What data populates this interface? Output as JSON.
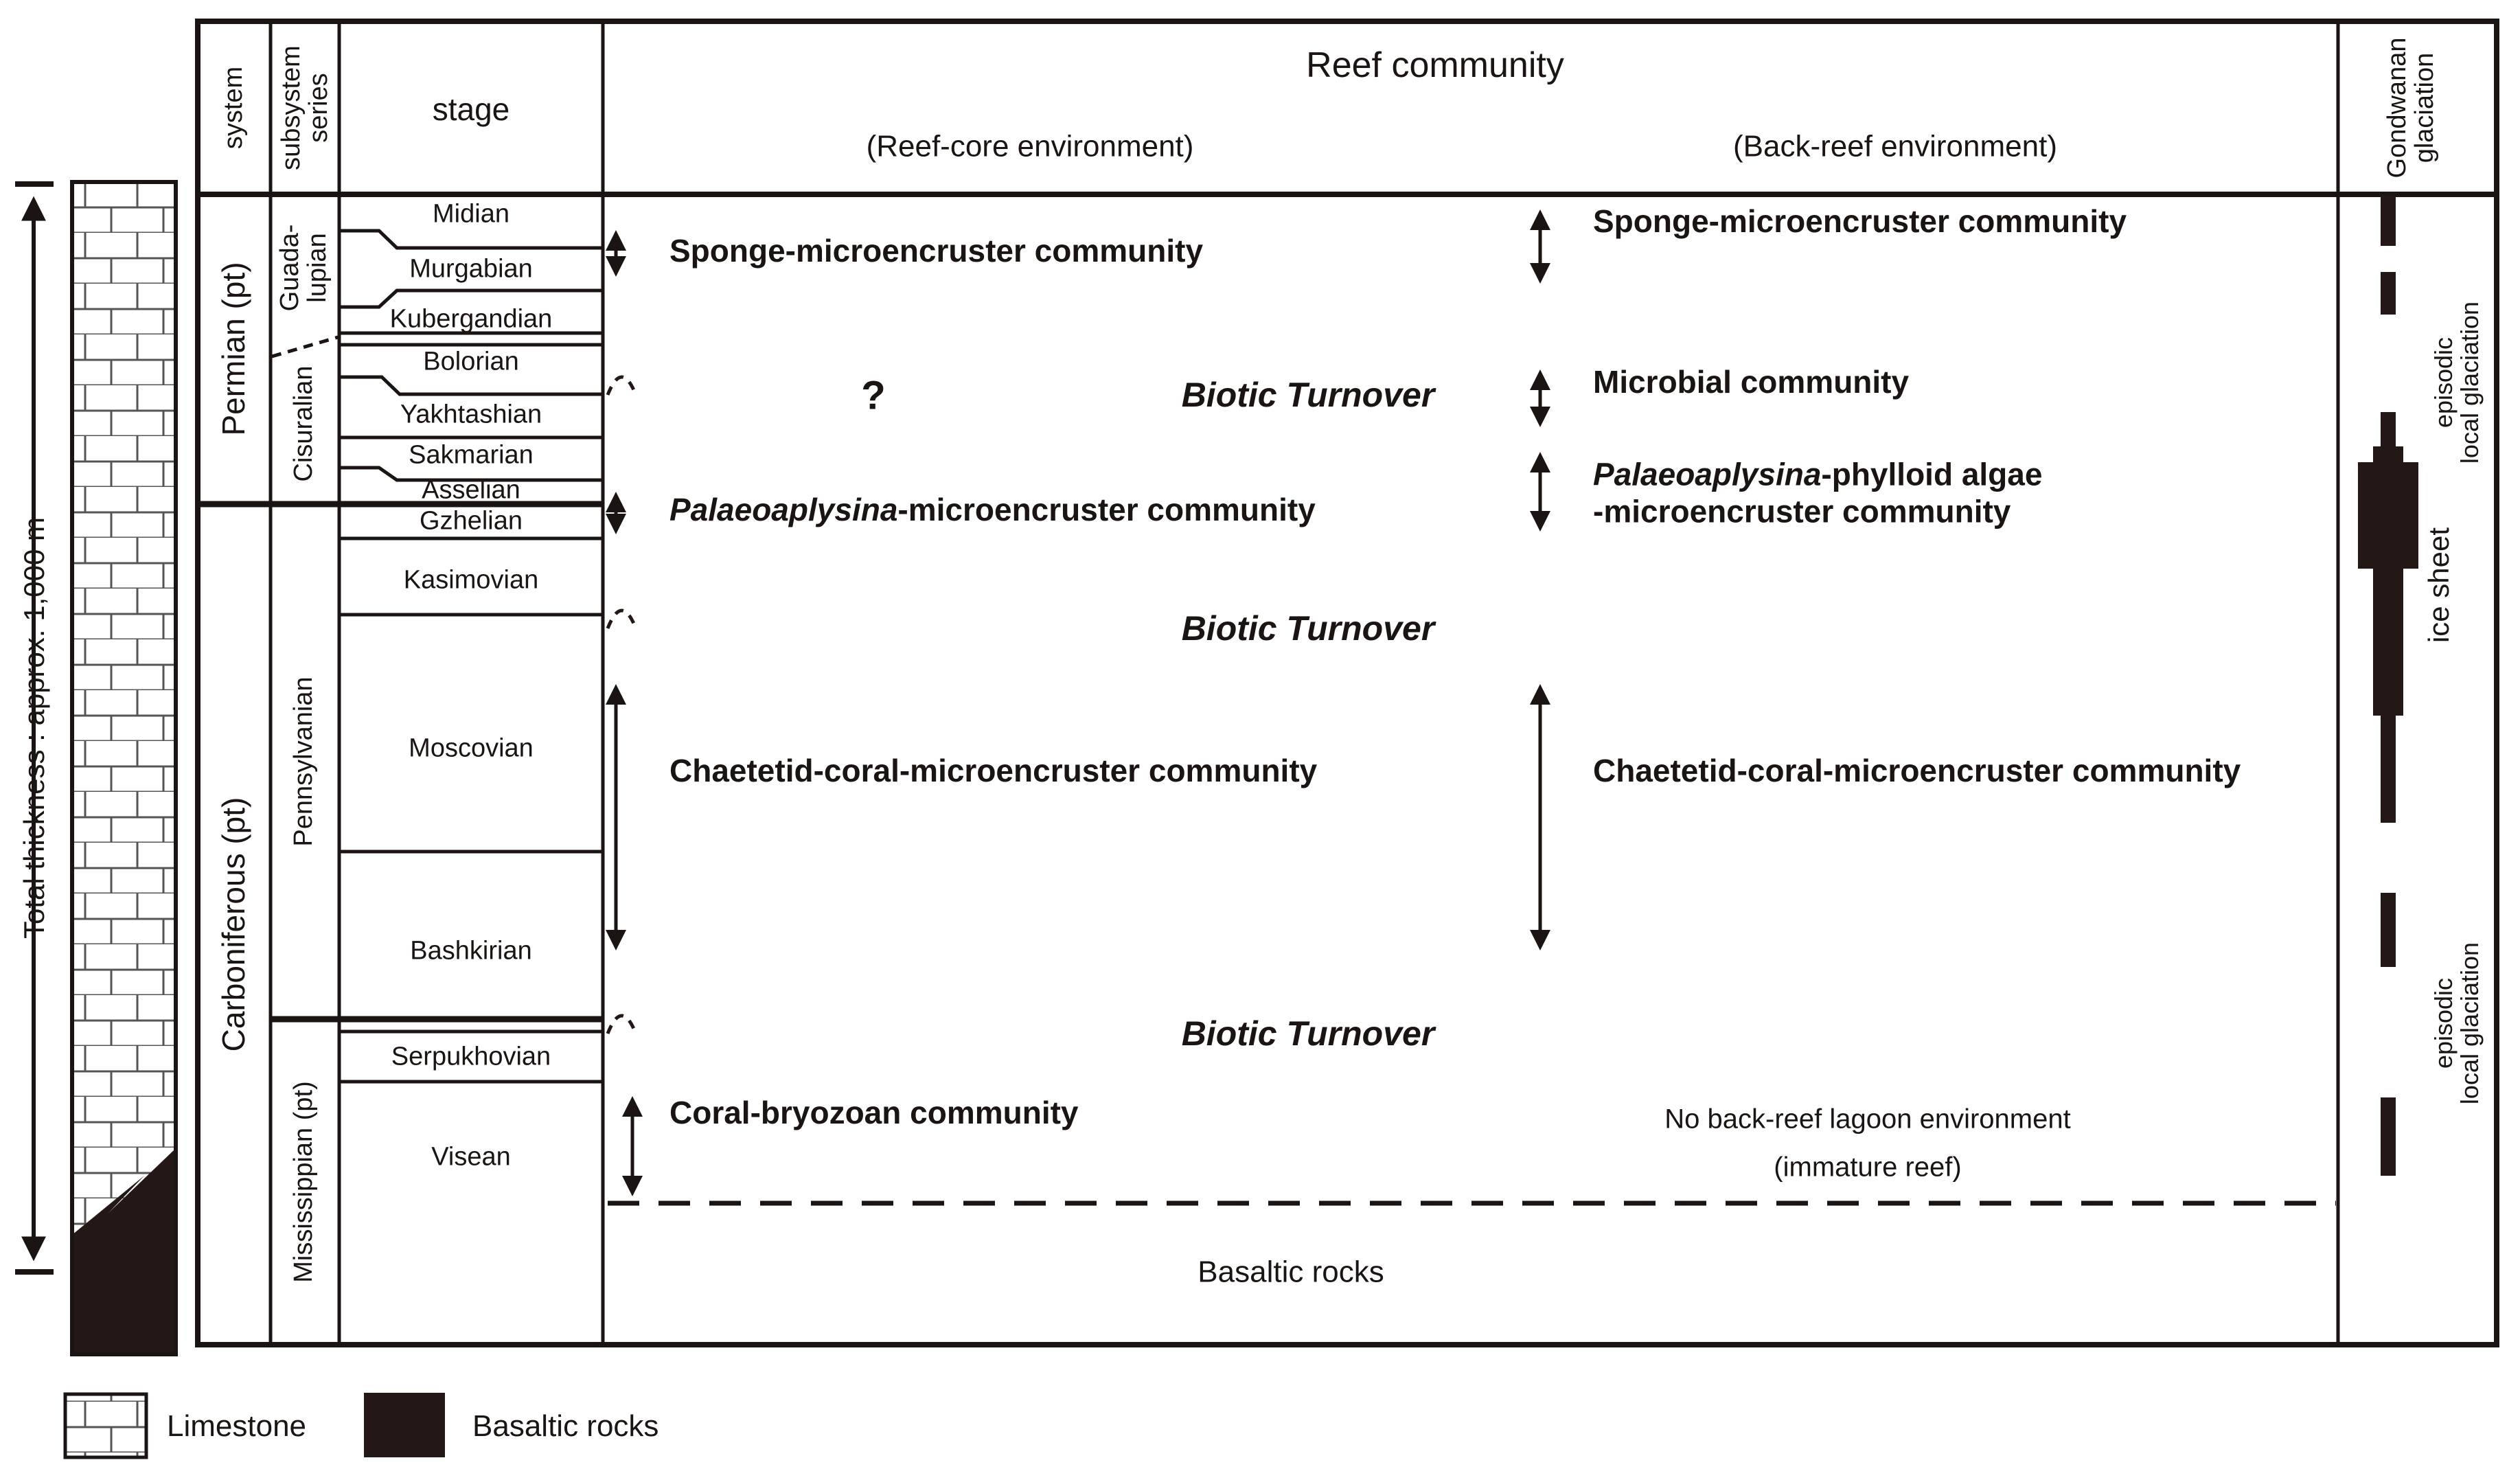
{
  "header": {
    "system": "system",
    "subsystem": "subsystem\nseries",
    "stage": "stage",
    "reef_community": "Reef community",
    "reef_core_env": "(Reef-core environment)",
    "back_reef_env": "(Back-reef environment)",
    "gondwanan": "Gondwanan\nglaciation"
  },
  "systems": {
    "permian": "Permian (pt)",
    "carboniferous": "Carboniferous (pt)"
  },
  "subsystems": {
    "guadalupian": "Guada-\nlupian",
    "cisuralian": "Cisuralian",
    "pennsylvanian": "Pennsylvanian",
    "mississippian": "Mississippian (pt)"
  },
  "stages": [
    "Midian",
    "Murgabian",
    "Kubergandian",
    "Bolorian",
    "Yakhtashian",
    "Sakmarian",
    "Asselian",
    "Gzhelian",
    "Kasimovian",
    "Moscovian",
    "Bashkirian",
    "Serpukhovian",
    "Visean"
  ],
  "communities": {
    "sponge_core": "Sponge-microencruster community",
    "sponge_back": "Sponge-microencruster community",
    "microbial": "Microbial community",
    "palaeo_italic": "Palaeoaplysina",
    "palaeo_core_rest": "-microencruster community",
    "palaeo_back_rest": "-phylloid algae",
    "palaeo_back_line2": "-microencruster community",
    "chaetetid": "Chaetetid-coral-microencruster community",
    "coral_bryozoan": "Coral-bryozoan community",
    "no_backreef_line1": "No back-reef lagoon environment",
    "no_backreef_line2": "(immature reef)",
    "basaltic_zone": "Basaltic rocks"
  },
  "turnover": {
    "label": "Biotic Turnover",
    "question": "?"
  },
  "glaciation": {
    "episodic": "episodic\nlocal glaciation",
    "ice_sheet": "ice sheet"
  },
  "sidebar": {
    "thickness": "Total thickness : approx. 1,000 m"
  },
  "legend": {
    "limestone": "Limestone",
    "basaltic": "Basaltic rocks"
  },
  "colors": {
    "ink": "#231815",
    "line": "#1a1512",
    "brick_line": "#555555"
  }
}
